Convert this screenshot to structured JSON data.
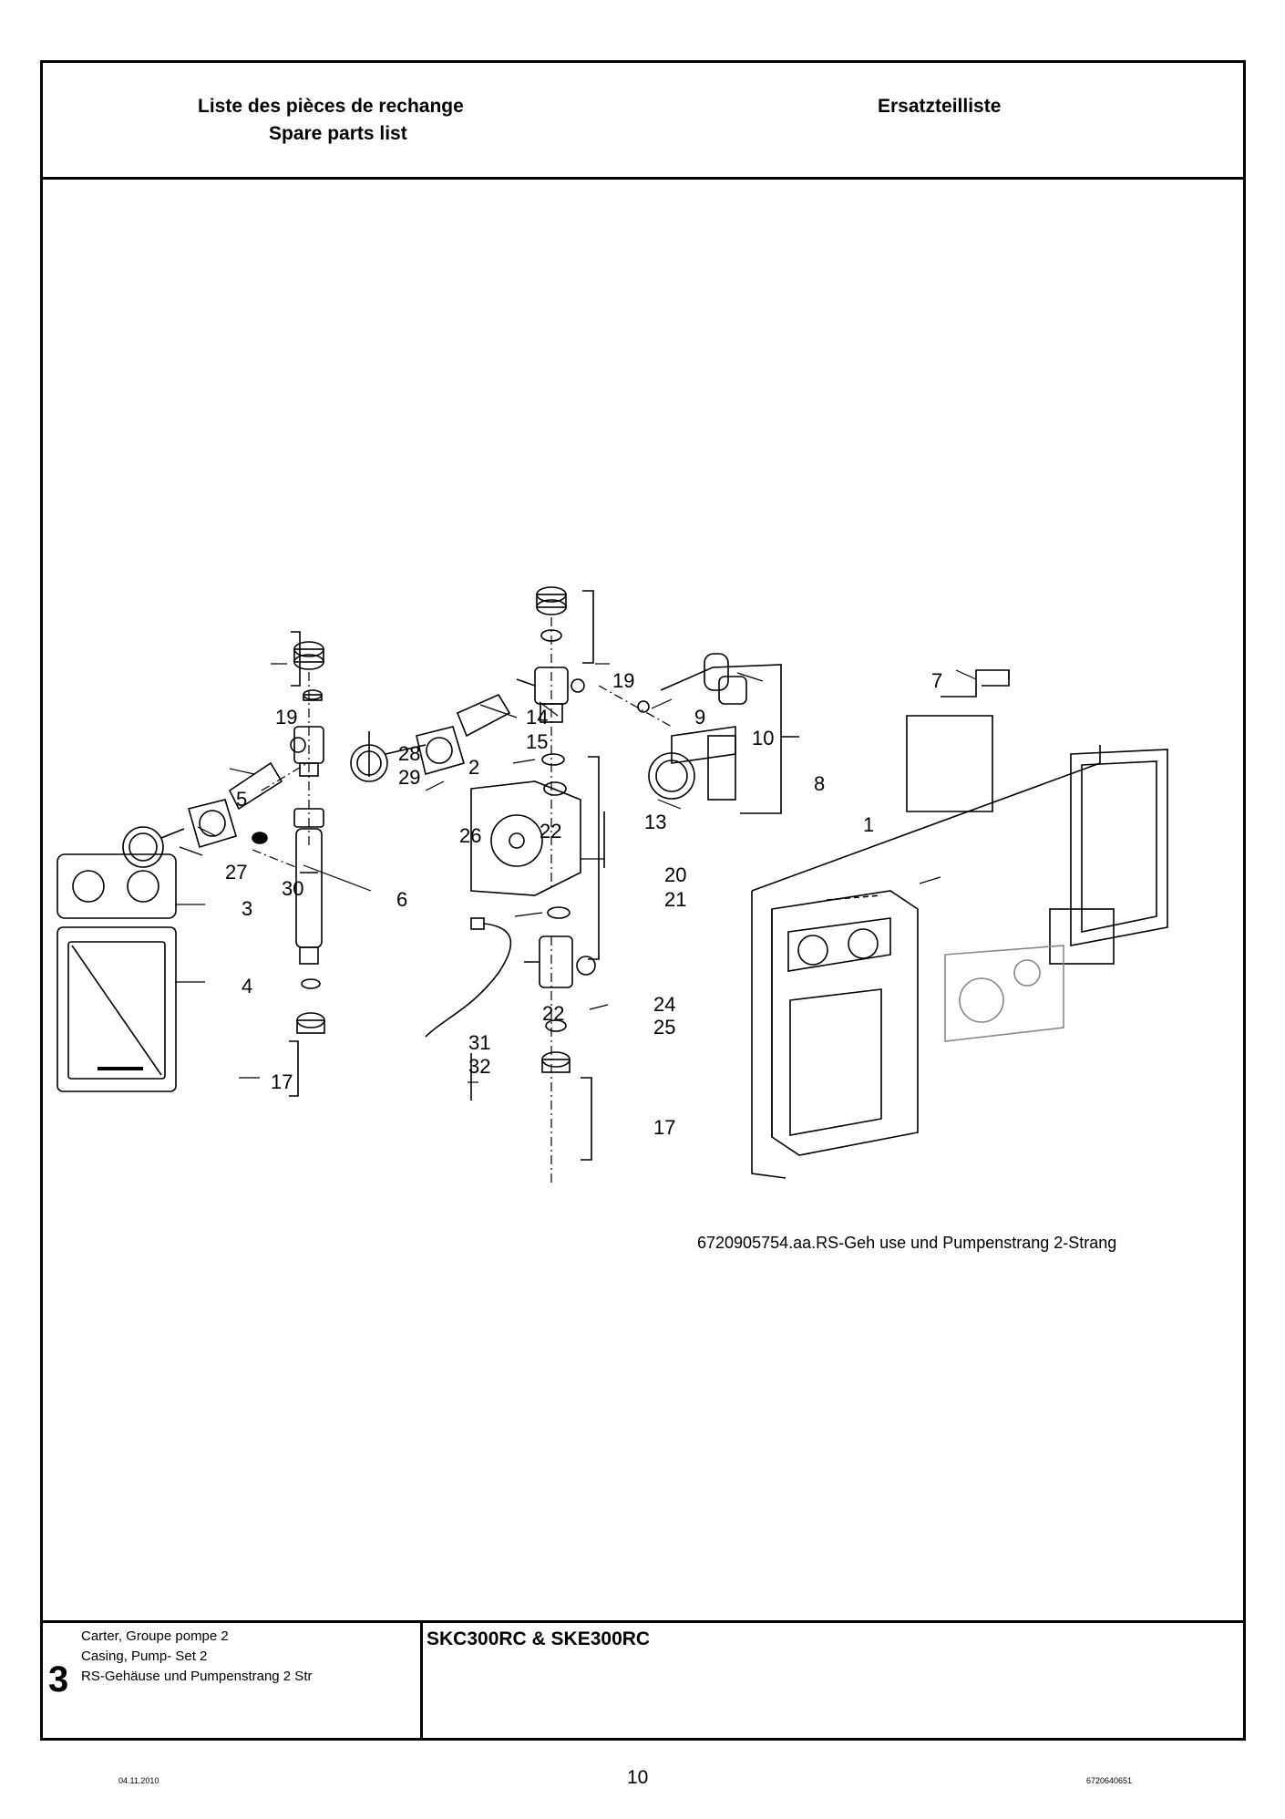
{
  "header": {
    "title_fr": "Liste des pièces de rechange",
    "title_en": "Spare parts list",
    "title_de": "Ersatzteilliste"
  },
  "drawing": {
    "caption": "6720905754.aa.RS-Geh use und Pumpenstrang 2-Strang",
    "callouts": {
      "c1": "1",
      "c2": "2",
      "c3": "3",
      "c4": "4",
      "c5": "5",
      "c6": "6",
      "c7": "7",
      "c8": "8",
      "c9": "9",
      "c10": "10",
      "c13": "13",
      "c14": "14",
      "c15": "15",
      "c17a": "17",
      "c17b": "17",
      "c19a": "19",
      "c19b": "19",
      "c20": "20",
      "c21": "21",
      "c22a": "22",
      "c22b": "22",
      "c24": "24",
      "c25": "25",
      "c26": "26",
      "c27": "27",
      "c28": "28",
      "c29": "29",
      "c30": "30",
      "c31": "31",
      "c32": "32"
    }
  },
  "footer": {
    "section_number": "3",
    "desc_fr": "Carter, Groupe pompe 2",
    "desc_en": "Casing, Pump- Set 2",
    "desc_de": "RS-Gehäuse und Pumpenstrang 2 Str",
    "model": "SKC300RC & SKE300RC"
  },
  "page": {
    "date": "04.11.2010",
    "number": "10",
    "doc_code": "6720640651"
  }
}
